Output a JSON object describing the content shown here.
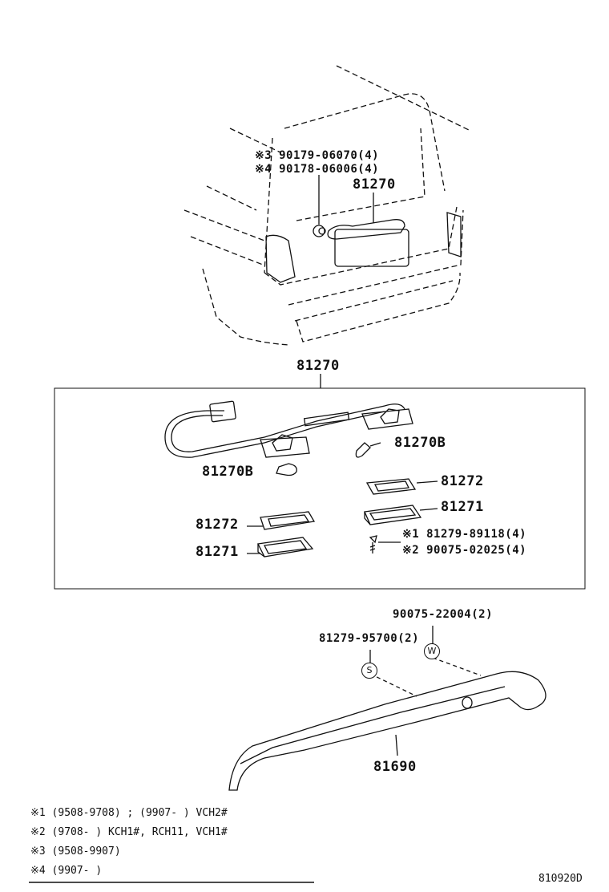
{
  "vehicle_callouts": {
    "bolt_3": "※3 90179-06070(4)",
    "bolt_4": "※4 90178-06006(4)",
    "lamp_assy": "81270"
  },
  "detail_box": {
    "header": "81270",
    "bulb_right": "81270B",
    "bulb_left": "81270B",
    "lens_right": "81272",
    "housing_right": "81271",
    "lens_left": "81272",
    "housing_left": "81271",
    "screw_1": "※1 81279-89118(4)",
    "screw_2": "※2 90075-02025(4)"
  },
  "spoiler": {
    "fastener_w": "90075-22004(2)",
    "fastener_s": "81279-95700(2)",
    "part": "81690",
    "symbol_s": "S",
    "symbol_w": "W"
  },
  "notes": [
    "※1 (9508-9708) ; (9907-      ) VCH2#",
    "※2 (9708-       ) KCH1#, RCH11, VCH1#",
    "※3 (9508-9907)",
    "※4 (9907-      )"
  ],
  "figure_code": "810920D"
}
